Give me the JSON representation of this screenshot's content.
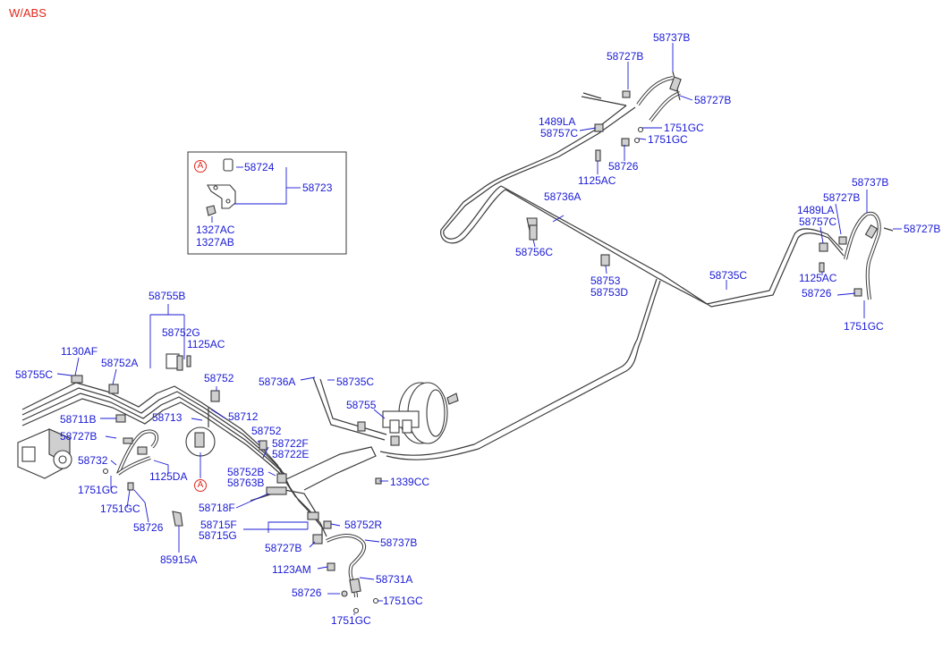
{
  "header": {
    "variant": "W/ABS"
  },
  "detail_box": {
    "marker": "A",
    "labels": {
      "p1": "58724",
      "p2": "58723",
      "p3": "1327AC",
      "p4": "1327AB"
    }
  },
  "marker_a_lower": "A",
  "labels": {
    "l_58737b_top": "58737B",
    "l_58727b_top1": "58727B",
    "l_58727b_top2": "58727B",
    "l_1489la_top": "1489LA",
    "l_58757c_top": "58757C",
    "l_1751gc_top1": "1751GC",
    "l_1751gc_top2": "1751GC",
    "l_58726_top": "58726",
    "l_1125ac_top": "1125AC",
    "l_58736a_mid": "58736A",
    "l_58756c": "58756C",
    "l_58753": "58753",
    "l_58753d": "58753D",
    "l_58735c_mid": "58735C",
    "l_58737b_right": "58737B",
    "l_58727b_right1": "58727B",
    "l_1489la_right": "1489LA",
    "l_58757c_right": "58757C",
    "l_58727b_right2": "58727B",
    "l_1125ac_right": "1125AC",
    "l_58726_right": "58726",
    "l_1751gc_right": "1751GC",
    "l_58755b": "58755B",
    "l_58752g": "58752G",
    "l_1125ac_left": "1125AC",
    "l_1130af": "1130AF",
    "l_58755c": "58755C",
    "l_58752a": "58752A",
    "l_58752_1": "58752",
    "l_58736a_left": "58736A",
    "l_58735c_left": "58735C",
    "l_58755": "58755",
    "l_58711b": "58711B",
    "l_58713": "58713",
    "l_58712": "58712",
    "l_58727b_left": "58727B",
    "l_58752_2": "58752",
    "l_58722f": "58722F",
    "l_58722e": "58722E",
    "l_58732": "58732",
    "l_1125da": "1125DA",
    "l_58752b": "58752B",
    "l_58763b": "58763B",
    "l_1339cc": "1339CC",
    "l_1751gc_left1": "1751GC",
    "l_1751gc_left2": "1751GC",
    "l_58718f": "58718F",
    "l_58726_left": "58726",
    "l_58715f": "58715F",
    "l_58715g": "58715G",
    "l_58752r": "58752R",
    "l_58727b_bot": "58727B",
    "l_58737b_bot": "58737B",
    "l_85915a": "85915A",
    "l_1123am": "1123AM",
    "l_58731a": "58731A",
    "l_58726_bot": "58726",
    "l_1751gc_bot1": "1751GC",
    "l_1751gc_bot2": "1751GC"
  }
}
